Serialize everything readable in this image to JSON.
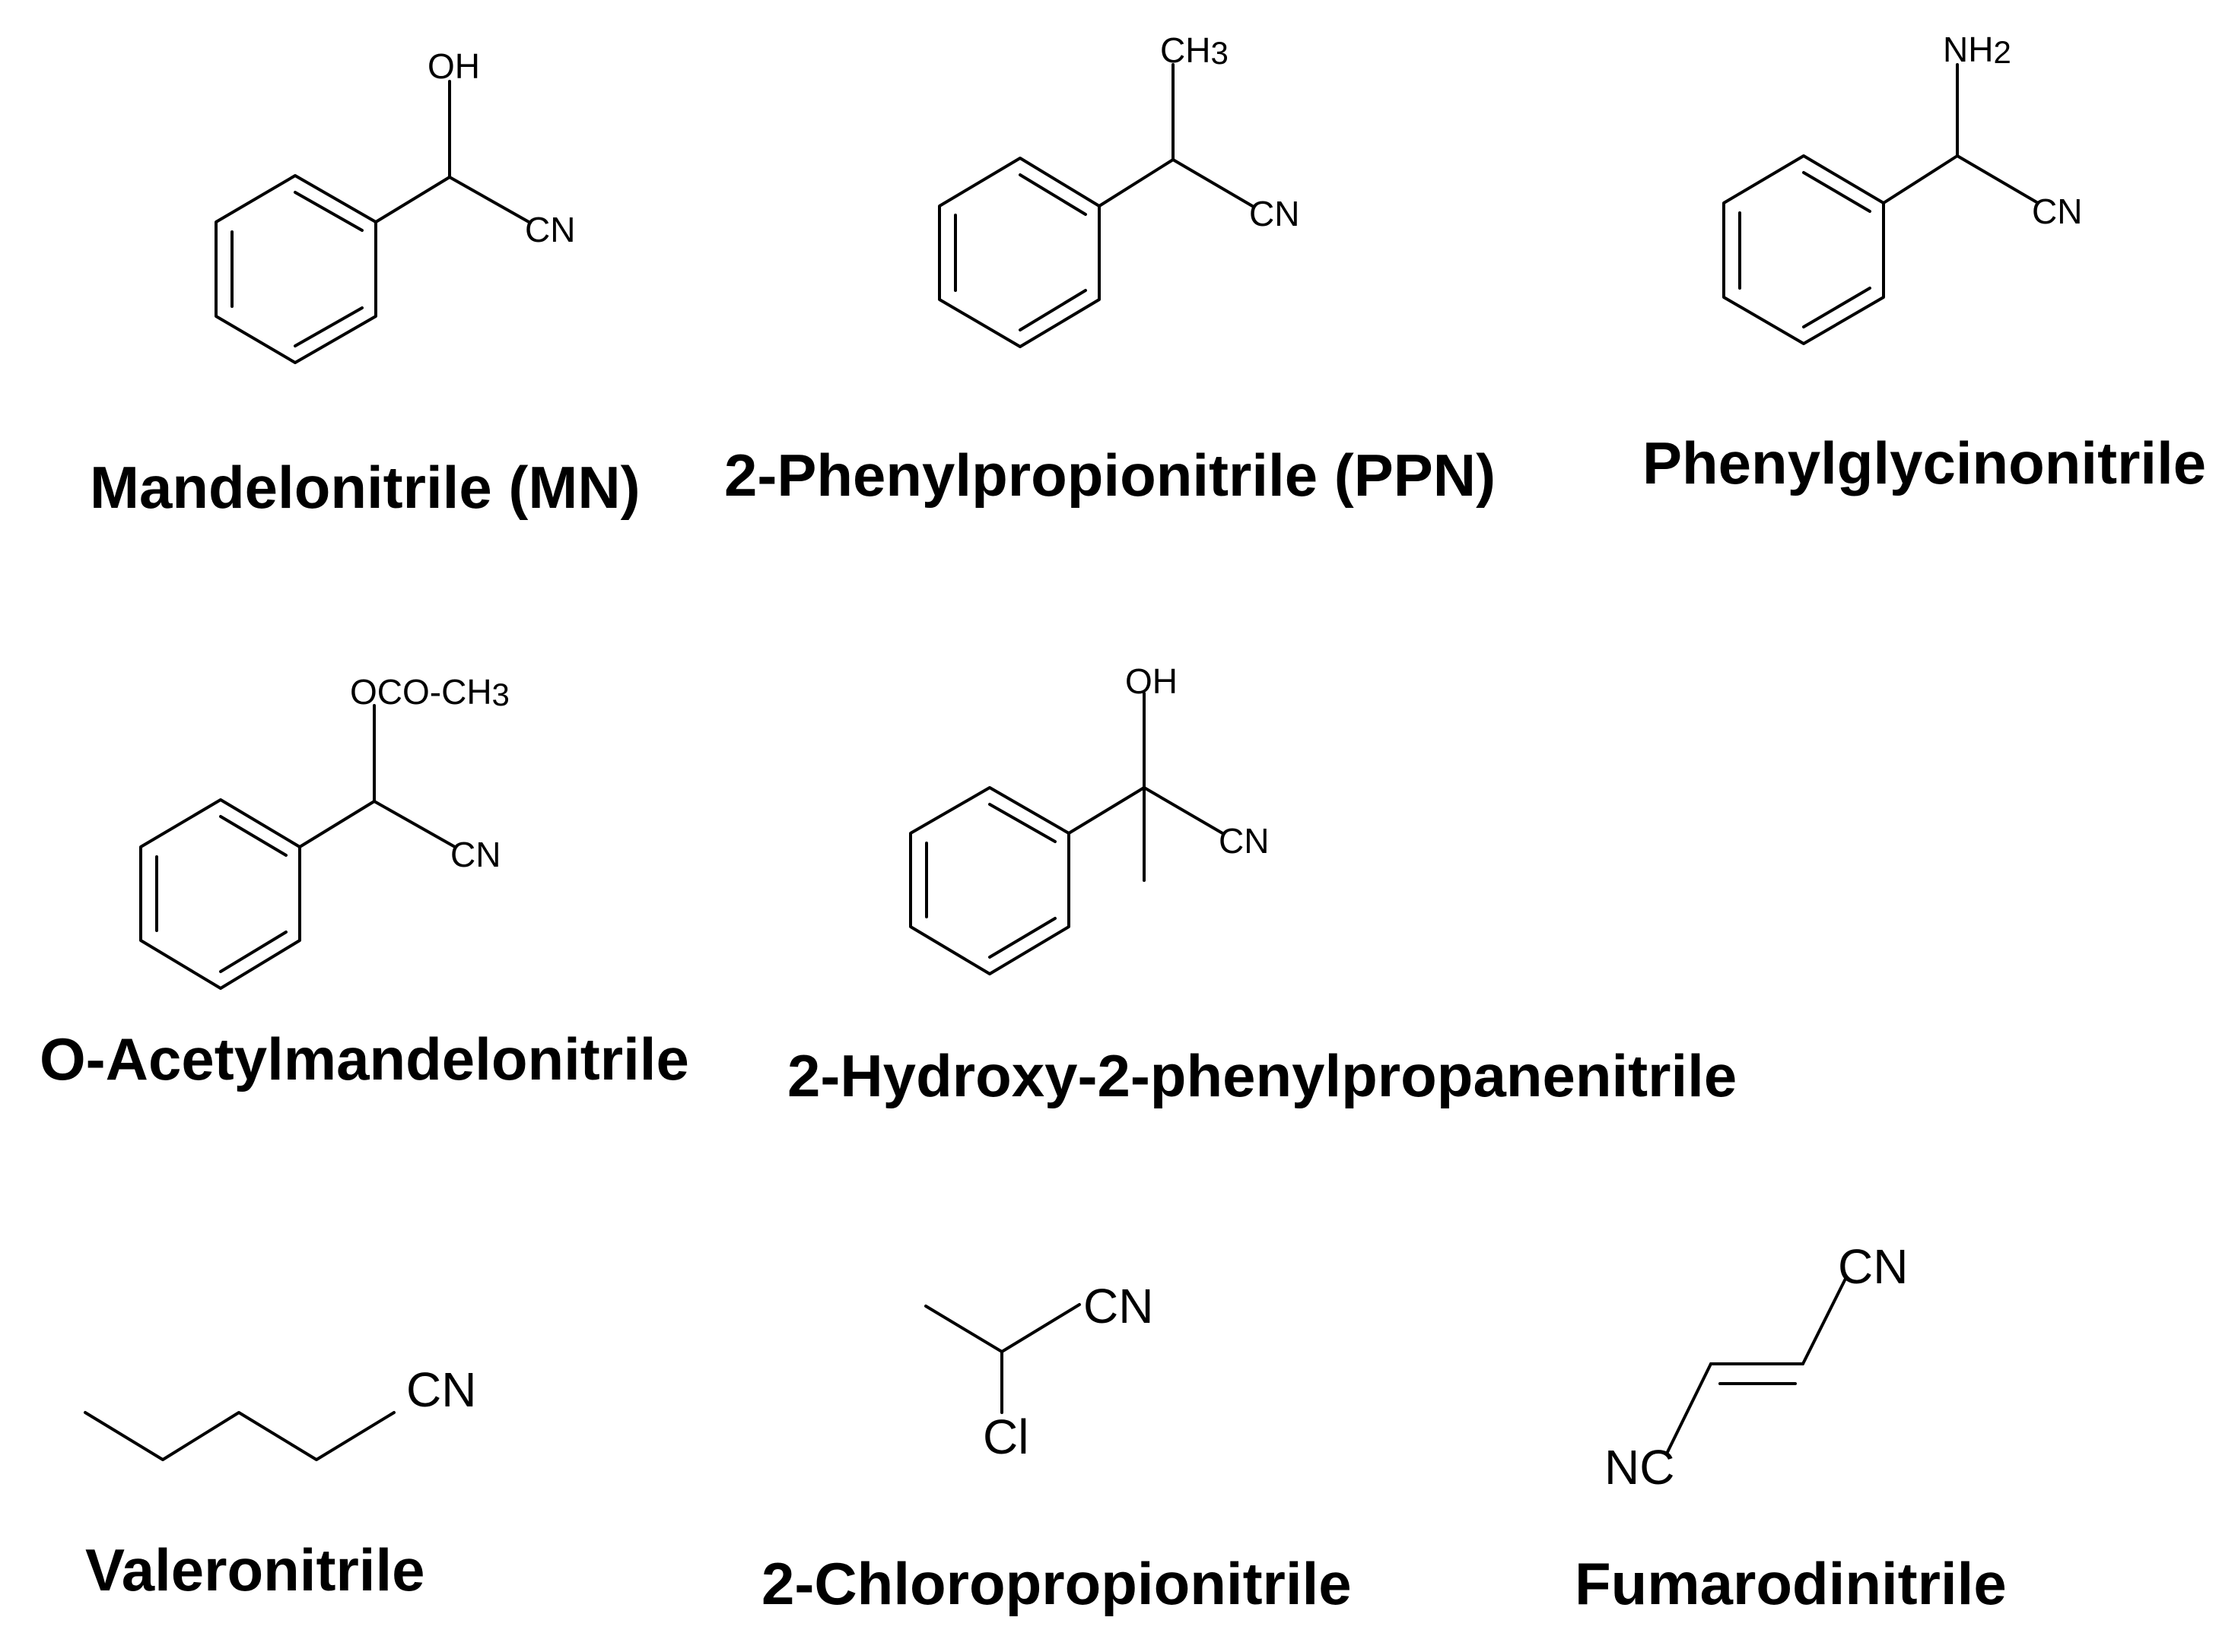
{
  "compounds": [
    {
      "name": "Mandelonitrile (MN)",
      "labels": [
        "OH",
        "CN"
      ]
    },
    {
      "name": "2-Phenylpropionitrile (PPN)",
      "labels": [
        "CH3",
        "CN"
      ]
    },
    {
      "name": "Phenylglycinonitrile",
      "labels": [
        "NH2",
        "CN"
      ]
    },
    {
      "name": "O-Acetylmandelonitrile",
      "labels": [
        "OCO-CH3",
        "CN"
      ]
    },
    {
      "name": "2-Hydroxy-2-phenylpropanenitrile",
      "labels": [
        "OH",
        "CN"
      ]
    },
    {
      "name": "Valeronitrile",
      "labels": [
        "CN"
      ]
    },
    {
      "name": "2-Chloropropionitrile",
      "labels": [
        "CN",
        "Cl"
      ]
    },
    {
      "name": "Fumarodinitrile",
      "labels": [
        "CN",
        "NC"
      ]
    }
  ]
}
